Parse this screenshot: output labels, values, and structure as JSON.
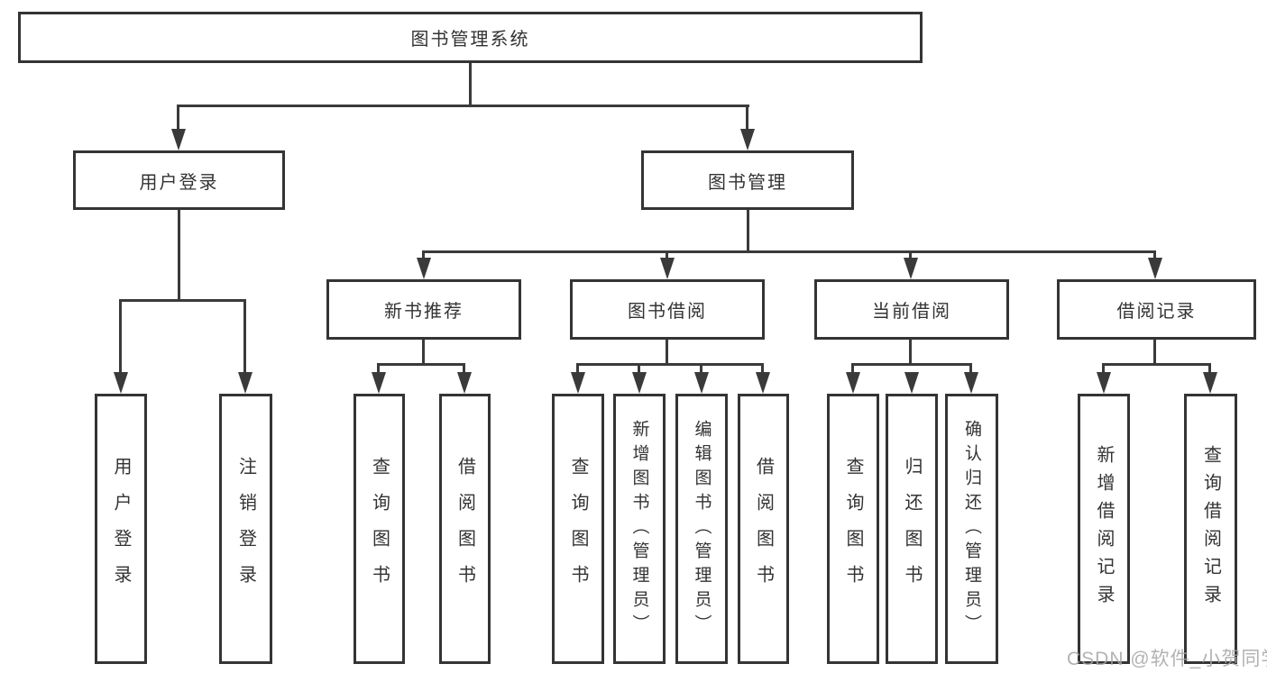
{
  "colors": {
    "line": "#3a3a3a",
    "text": "#333333",
    "background": "#ffffff",
    "watermark": "#a5a5a5"
  },
  "watermark": "CSDN @软件_小贺同学",
  "nodes": {
    "root": "图书管理系统",
    "user_login": "用户登录",
    "book_mgmt": "图书管理",
    "new_book_rec": "新书推荐",
    "book_borrow": "图书借阅",
    "current_borrow": "当前借阅",
    "borrow_records": "借阅记录",
    "leaf_user_login": "用户登录",
    "leaf_logout": "注销登录",
    "leaf_nb_query": "查询图书",
    "leaf_nb_borrow": "借阅图书",
    "leaf_bb_query": "查询图书",
    "leaf_bb_add": "新增图书（管理员）",
    "leaf_bb_edit": "编辑图书（管理员）",
    "leaf_bb_borrow": "借阅图书",
    "leaf_cb_query": "查询图书",
    "leaf_cb_return": "归还图书",
    "leaf_cb_confirm": "确认归还（管理员）",
    "leaf_br_add": "新增借阅记录",
    "leaf_br_query": "查询借阅记录"
  }
}
